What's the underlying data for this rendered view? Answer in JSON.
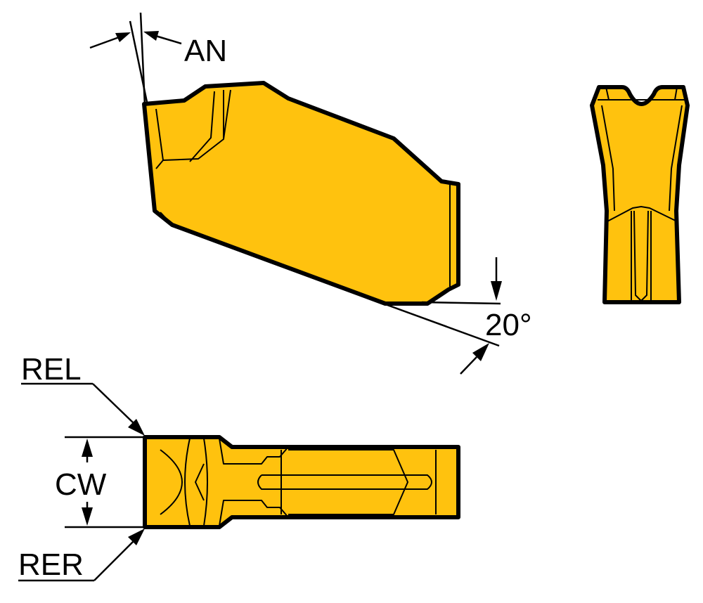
{
  "labels": {
    "an": "AN",
    "angle": "20°",
    "rel": "REL",
    "cw": "CW",
    "rer": "RER"
  },
  "colors": {
    "insert_fill": "#FFC20E",
    "insert_shade": "#E6A800",
    "outline": "#000000",
    "background": "#FFFFFF"
  }
}
